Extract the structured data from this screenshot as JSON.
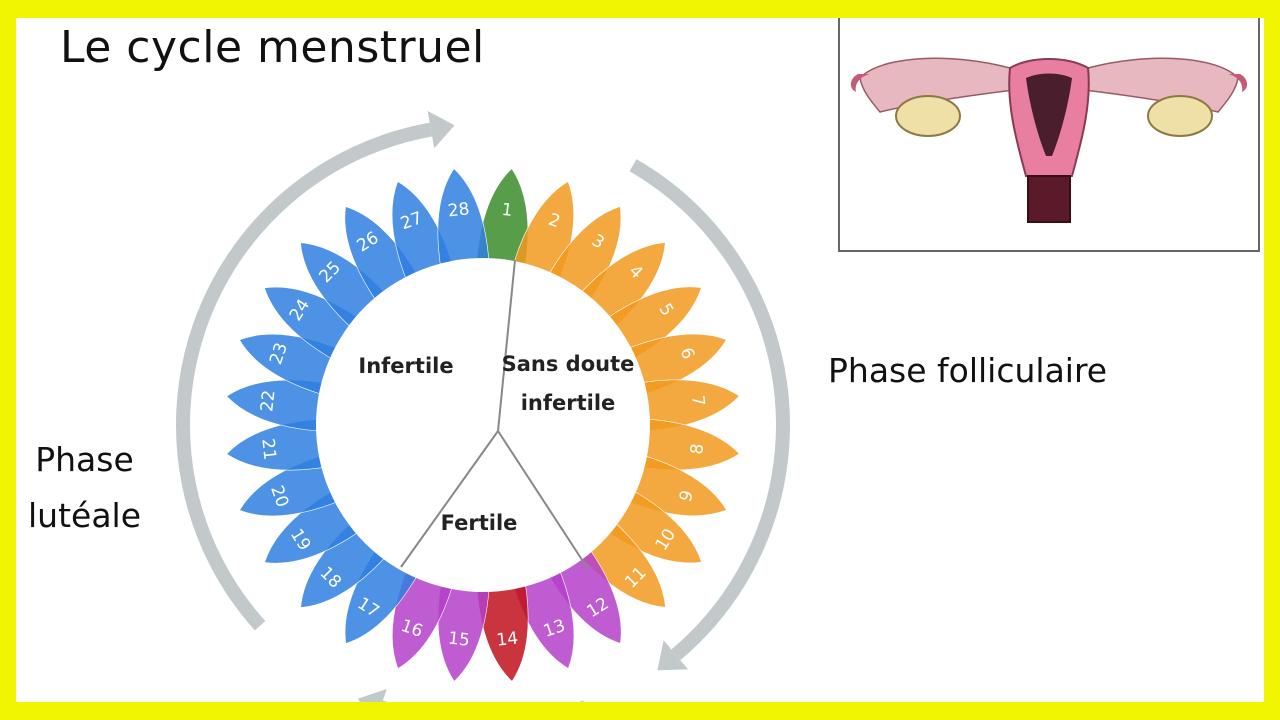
{
  "title": "Le cycle menstruel",
  "phases": {
    "follicular": "Phase folliculaire",
    "luteal_line1": "Phase",
    "luteal_line2": "lutéale"
  },
  "zones": {
    "infertile": "Infertile",
    "sans_doute_line1": "Sans doute",
    "sans_doute_line2": "infertile",
    "fertile": "Fertile"
  },
  "days": [
    "1",
    "2",
    "3",
    "4",
    "5",
    "6",
    "7",
    "8",
    "9",
    "10",
    "11",
    "12",
    "13",
    "14",
    "15",
    "16",
    "17",
    "18",
    "19",
    "20",
    "21",
    "22",
    "23",
    "24",
    "25",
    "26",
    "27",
    "28"
  ],
  "colors": {
    "frame": "#f2f500",
    "arrows": "#c3c8cb",
    "inset_border": "#666666",
    "day_1": "#3a8c2a",
    "days_2_11": "#f29a1e",
    "days_12_16": "#b43fc9",
    "day_14": "#c0101c",
    "days_17_28": "#2f7fe0"
  }
}
